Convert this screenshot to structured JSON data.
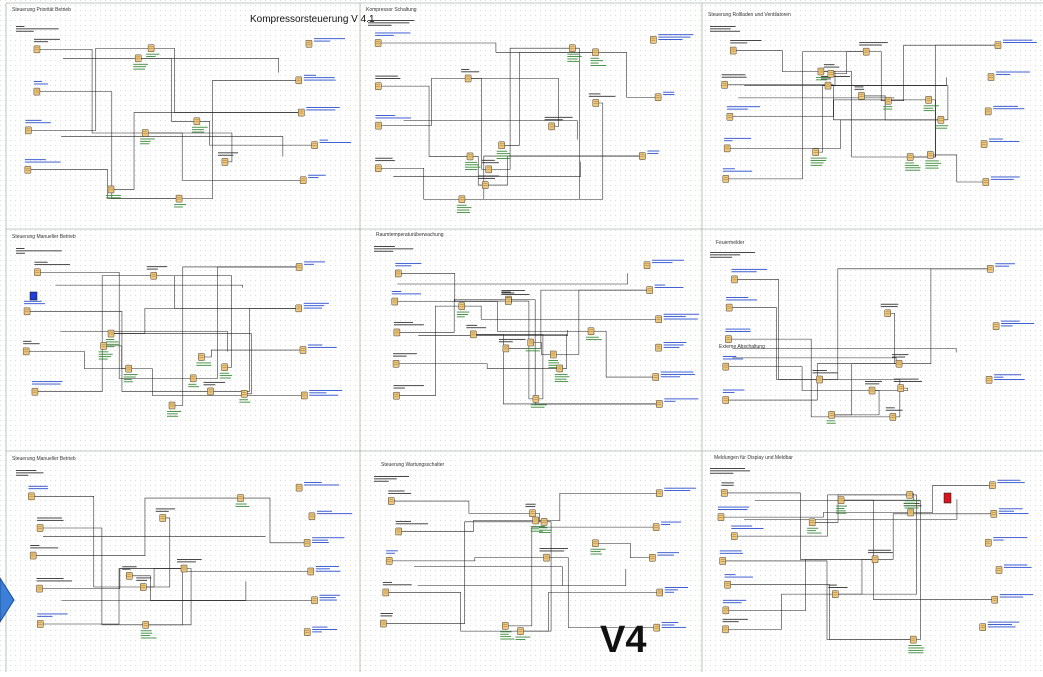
{
  "main_title": "Kompressorsteuerung V 4.1",
  "watermark": "V4",
  "sheets": [
    {
      "id": "s1",
      "title": "Steuerung Priorität Betrieb"
    },
    {
      "id": "s2",
      "title": "Kompressor Schaltung"
    },
    {
      "id": "s3",
      "title": "Steuerung Rollladen und Ventilatoren"
    },
    {
      "id": "s4",
      "title": "Steuerung Manueller Betrieb"
    },
    {
      "id": "s5",
      "title": "Raumtemperaturüberwachung"
    },
    {
      "id": "s6",
      "title": "Feuermelder"
    },
    {
      "id": "s7",
      "title": "Steuerung Manueller Betrieb"
    },
    {
      "id": "s8",
      "title": "Steuerung Wartungsschalter"
    },
    {
      "id": "s9",
      "title": "Meldungen für Display und Meldbar"
    }
  ],
  "sub_titles": [
    {
      "sheet": "s6",
      "text": "Externe Abschaltung"
    }
  ],
  "highlight_colors": {
    "blue": "#1f3fd6",
    "red": "#d8141c",
    "block": "#f1c779",
    "nav": "#3b7fd6"
  }
}
